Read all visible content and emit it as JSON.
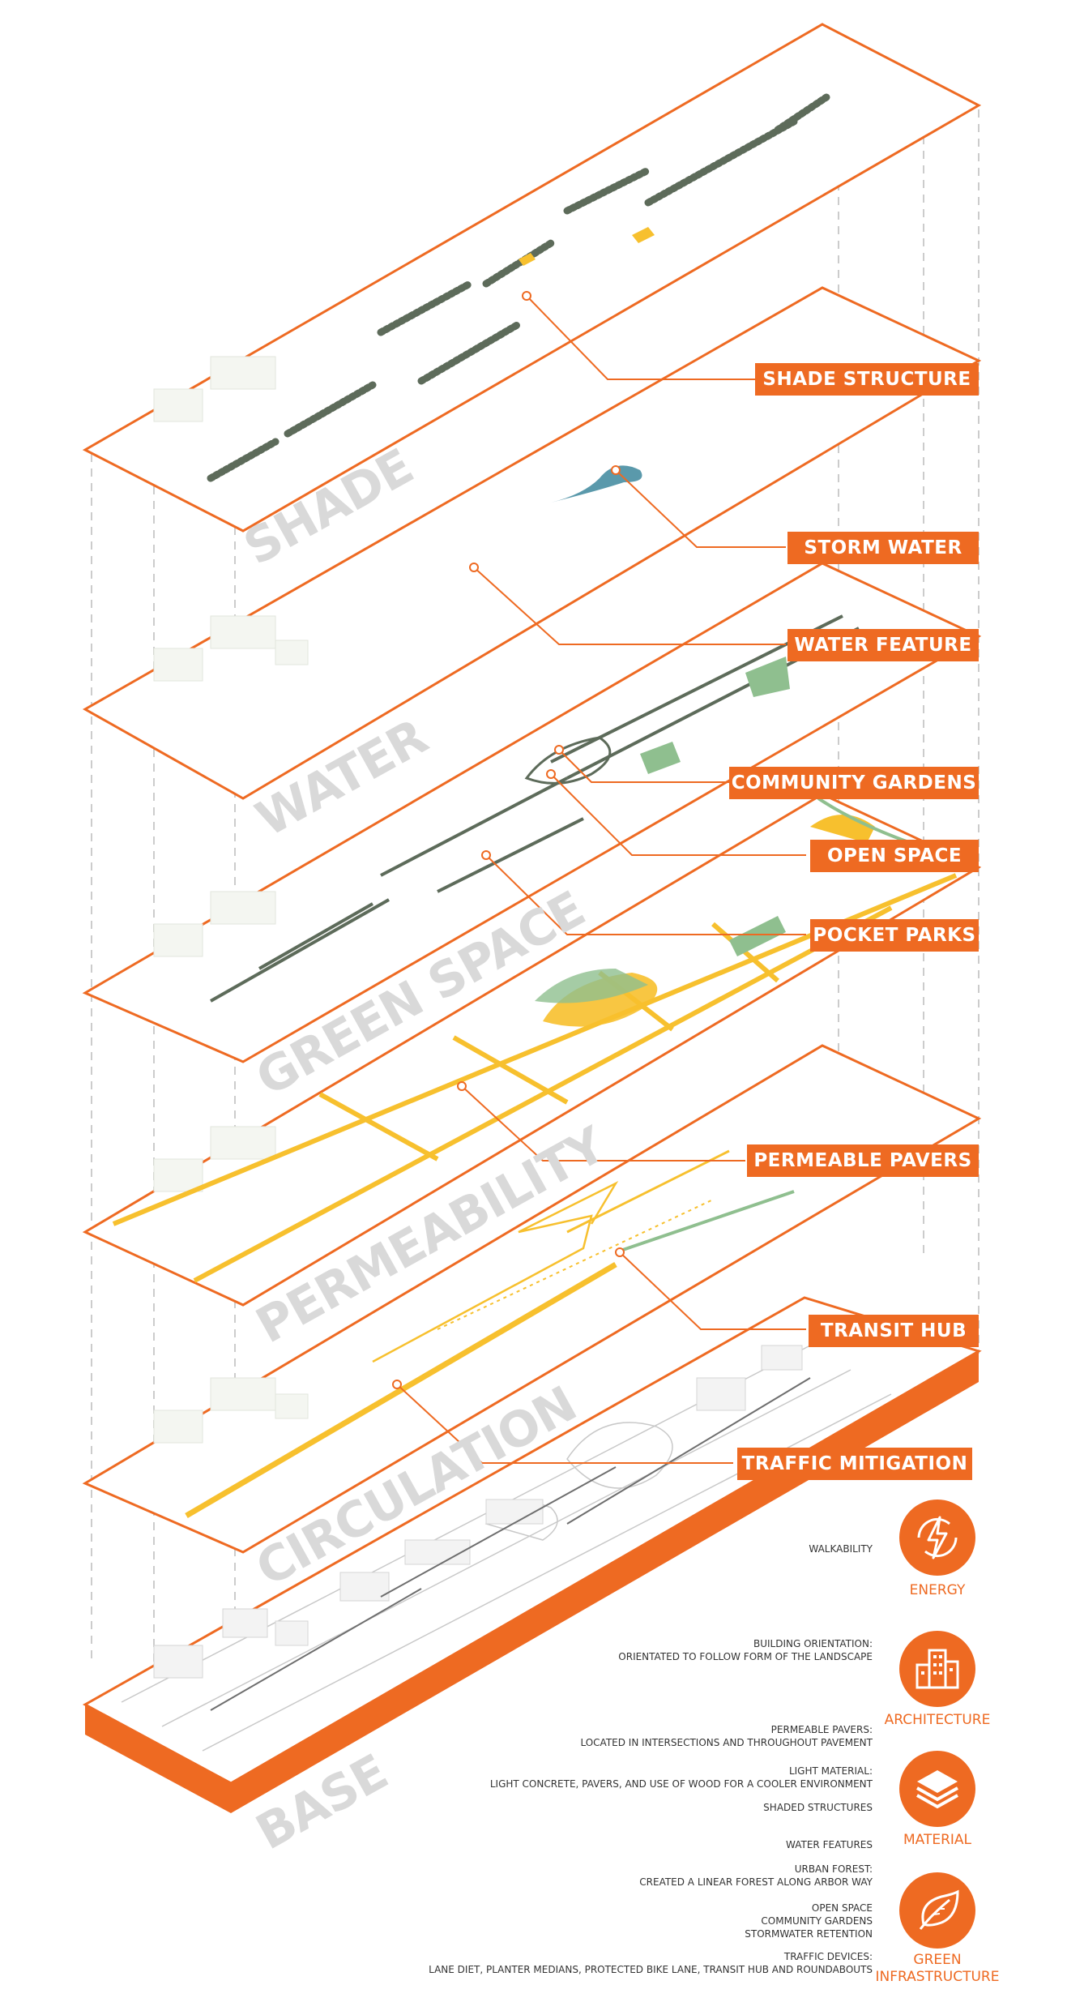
{
  "layers": {
    "shade": "SHADE",
    "water": "WATER",
    "green_space": "GREEN SPACE",
    "permeability": "PERMEABILITY",
    "circulation": "CIRCULATION",
    "base": "BASE"
  },
  "callouts": {
    "shade_structure": "SHADE STRUCTURE",
    "storm_water": "STORM WATER",
    "water_feature": "WATER FEATURE",
    "community_gardens": "COMMUNITY GARDENS",
    "open_space": "OPEN SPACE",
    "pocket_parks": "POCKET PARKS",
    "permeable_pavers": "PERMEABLE PAVERS",
    "transit_hub": "TRANSIT HUB",
    "traffic_mitigation": "TRAFFIC MITIGATION"
  },
  "notes": {
    "walkability": "WALKABILITY",
    "building_orientation": "BUILDING ORIENTATION:\nORIENTATED TO FOLLOW FORM OF THE LANDSCAPE",
    "permeable_pavers": "PERMEABLE PAVERS:\nLOCATED IN INTERSECTIONS AND THROUGHOUT PAVEMENT",
    "light_material": "LIGHT MATERIAL:\nLIGHT CONCRETE, PAVERS, AND USE OF WOOD FOR A COOLER ENVIRONMENT",
    "shaded_structures": "SHADED STRUCTURES",
    "water_features": "WATER FEATURES",
    "urban_forest": "URBAN FOREST:\nCREATED A LINEAR FOREST ALONG ARBOR WAY",
    "open_space": "OPEN SPACE\nCOMMUNITY GARDENS\nSTORMWATER RETENTION",
    "traffic_devices": "TRAFFIC DEVICES:\nLANE DIET, PLANTER MEDIANS, PROTECTED BIKE LANE, TRANSIT HUB AND ROUNDABOUTS"
  },
  "badges": {
    "energy": {
      "label": "ENERGY",
      "icon": "lightning-bolt-icon"
    },
    "architecture": {
      "label": "ARCHITECTURE",
      "icon": "buildings-icon"
    },
    "material": {
      "label": "MATERIAL",
      "icon": "stacked-layers-icon"
    },
    "green": {
      "label": "GREEN\nINFRASTRUCTURE",
      "icon": "leaves-icon"
    }
  },
  "colors": {
    "accent": "#ee6a22",
    "layer_label": "#d9d9d9",
    "tree": "#5d6b5a",
    "water": "#5a99ab",
    "green": "#8fbf8f",
    "yellow": "#f7c02e"
  }
}
